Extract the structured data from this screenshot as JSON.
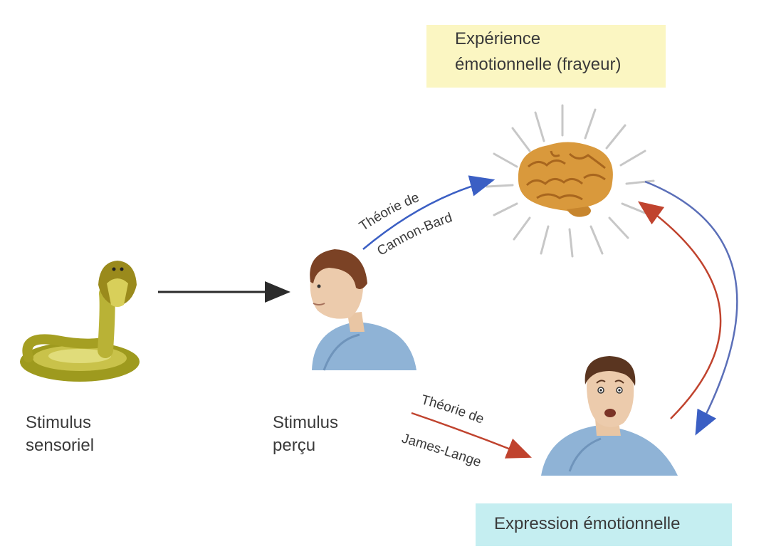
{
  "labels": {
    "emotional_experience": {
      "line1": "Expérience",
      "line2": "émotionnelle (frayeur)"
    },
    "emotional_expression": "Expression émotionnelle",
    "sensory_stimulus": {
      "line1": "Stimulus",
      "line2": "sensoriel"
    },
    "perceived_stimulus": {
      "line1": "Stimulus",
      "line2": "perçu"
    },
    "cannon_bard": {
      "line1": "Théorie de",
      "line2": "Cannon-Bard"
    },
    "james_lange": {
      "line1": "Théorie de",
      "line2": "James-Lange"
    }
  },
  "colors": {
    "experience_box": "#fbf6c2",
    "expression_box": "#c5eef1",
    "cannon_bard_arrow": "#3b5fc4",
    "james_lange_arrow": "#c0432e",
    "stimulus_arrow": "#2b2b2b"
  },
  "icons": [
    "cobra-illustration",
    "calm-man-illustration",
    "brain-illustration",
    "frightened-man-illustration"
  ]
}
